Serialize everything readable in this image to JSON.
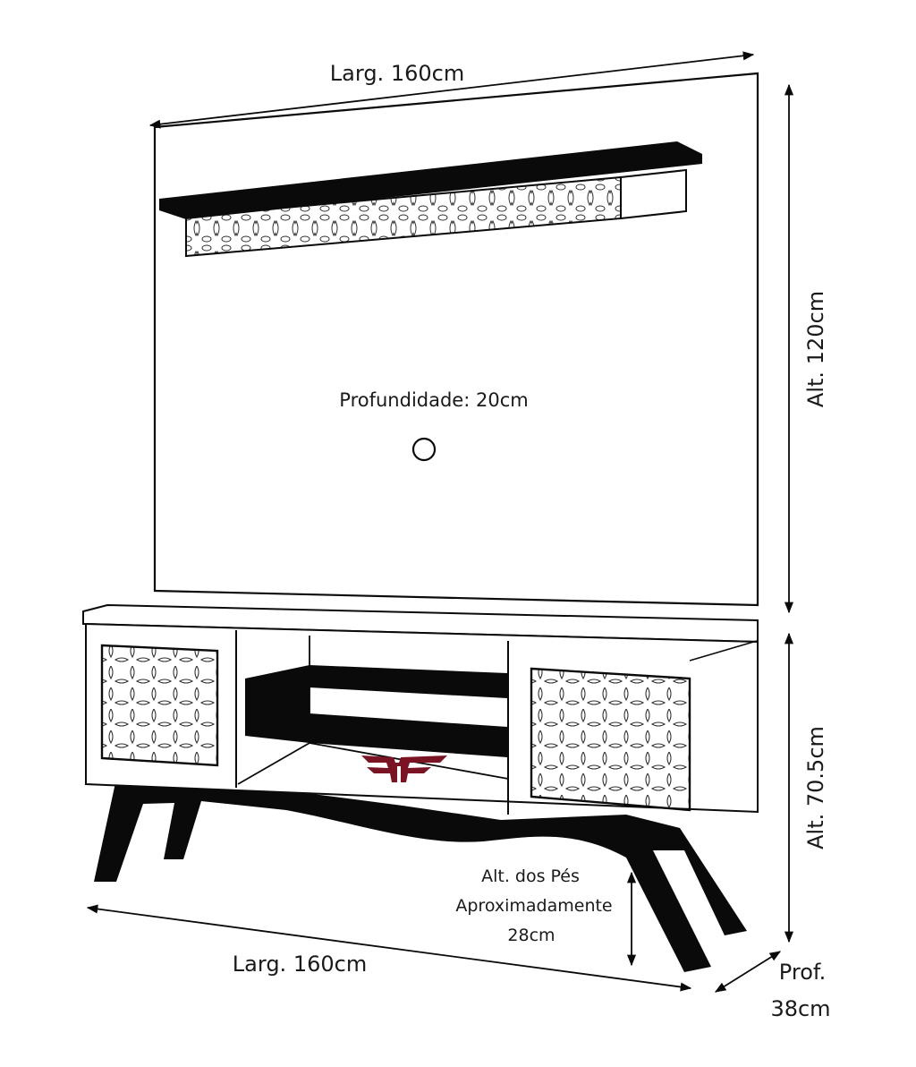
{
  "diagram": {
    "title": "TV panel with rack - dimensions",
    "colors": {
      "ink": "#0a0a0a",
      "fill": "#ffffff",
      "brand": "#7a1424"
    },
    "labels": {
      "panel_width": "Larg. 160cm",
      "panel_height": "Alt. 120cm",
      "panel_depth": "Profundidade: 20cm",
      "rack_width": "Larg. 160cm",
      "rack_height": "Alt. 70.5cm",
      "feet_line1": "Alt. dos Pés",
      "feet_line2": "Aproximadamente",
      "feet_line3": "28cm",
      "rack_depth_line1": "Prof.",
      "rack_depth_line2": "38cm"
    },
    "logo": {
      "name": "brand-logo",
      "text": "FF"
    }
  }
}
